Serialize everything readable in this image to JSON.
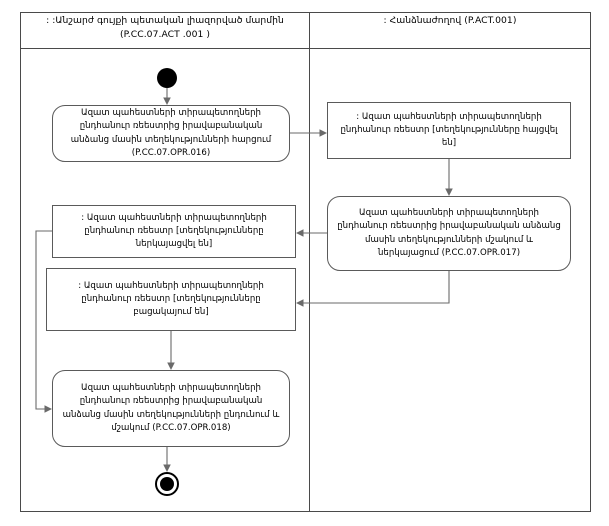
{
  "diagram": {
    "type": "uml-activity-diagram",
    "lanes": [
      {
        "id": "lane-left",
        "title_line1": ": :Անշարժ գույքի պետական լիազորված մարմին",
        "title_line2": "(P.CC.07.ACT .001 )"
      },
      {
        "id": "lane-right",
        "title_line1": ": Հանձնաժողով (P.ACT.001)",
        "title_line2": ""
      }
    ],
    "nodes": {
      "initial": {
        "name": "initial-node",
        "lane": "lane-left"
      },
      "action_016": {
        "kind": "action",
        "lane": "lane-left",
        "text": "Ազատ պահեստների տիրապետողների ընդհանուր ռեեստրից իրավաբանական անձանց մասին տեղեկությունների հարցում (P.CC.07.OPR.016)",
        "code": "P.CC.07.OPR.016"
      },
      "object_requested": {
        "kind": "object",
        "lane": "lane-right",
        "text": ": Ազատ պահեստների տիրապետողների ընդհանուր ռեեստր [տեղեկությունները հայցվել են]",
        "state": "տեղեկությունները հայցվել են"
      },
      "action_017": {
        "kind": "action",
        "lane": "lane-right",
        "text": "Ազատ պահեստների տիրապետողների ընդհանուր ռեեստրից իրավաբանական անձանց մասին տեղեկությունների մշակում և ներկայացում (P.CC.07.OPR.017)",
        "code": "P.CC.07.OPR.017"
      },
      "object_presented": {
        "kind": "object",
        "lane": "lane-left",
        "text": ": Ազատ պահեստների տիրապետողների ընդհանուր ռեեստր [տեղեկությունները ներկայացվել են]",
        "state": "տեղեկությունները ներկայացվել են"
      },
      "object_absent": {
        "kind": "object",
        "lane": "lane-left",
        "text": ": Ազատ պահեստների տիրապետողների ընդհանուր ռեեստր [տեղեկությունները բացակայում են]",
        "state": "տեղեկությունները բացակայում են"
      },
      "action_018": {
        "kind": "action",
        "lane": "lane-left",
        "text": "Ազատ պահեստների տիրապետողների ընդհանուր ռեեստրից իրավաբանական անձանց մասին տեղեկությունների ընդունում և մշակում (P.CC.07.OPR.018)",
        "code": "P.CC.07.OPR.018"
      },
      "final": {
        "name": "final-node",
        "lane": "lane-left"
      }
    },
    "colors": {
      "frame": "#4a4a4a",
      "node_border": "#5a5a5a",
      "edge": "#6a6a6a",
      "node_fill": "#ffffff",
      "terminal": "#000000",
      "background": "#ffffff"
    }
  }
}
